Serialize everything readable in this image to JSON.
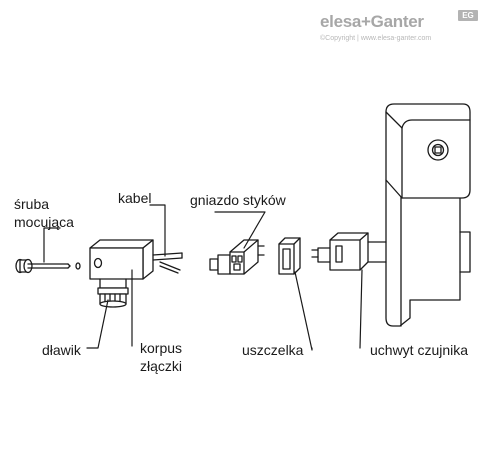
{
  "brand": {
    "name": "elesa+Ganter",
    "badge": "EG",
    "copyright": "©Copyright | www.elesa-ganter.com"
  },
  "labels": {
    "sruba": [
      "śruba",
      "mocująca"
    ],
    "kabel": "kabel",
    "gniazdo": "gniazdo styków",
    "dlawik": "dławik",
    "korpus": [
      "korpus",
      "złączki"
    ],
    "uszczelka": "uszczelka",
    "uchwyt": "uchwyt czujnika"
  },
  "colors": {
    "line": "#1a1a1a",
    "brand": "#a7a7a7"
  }
}
